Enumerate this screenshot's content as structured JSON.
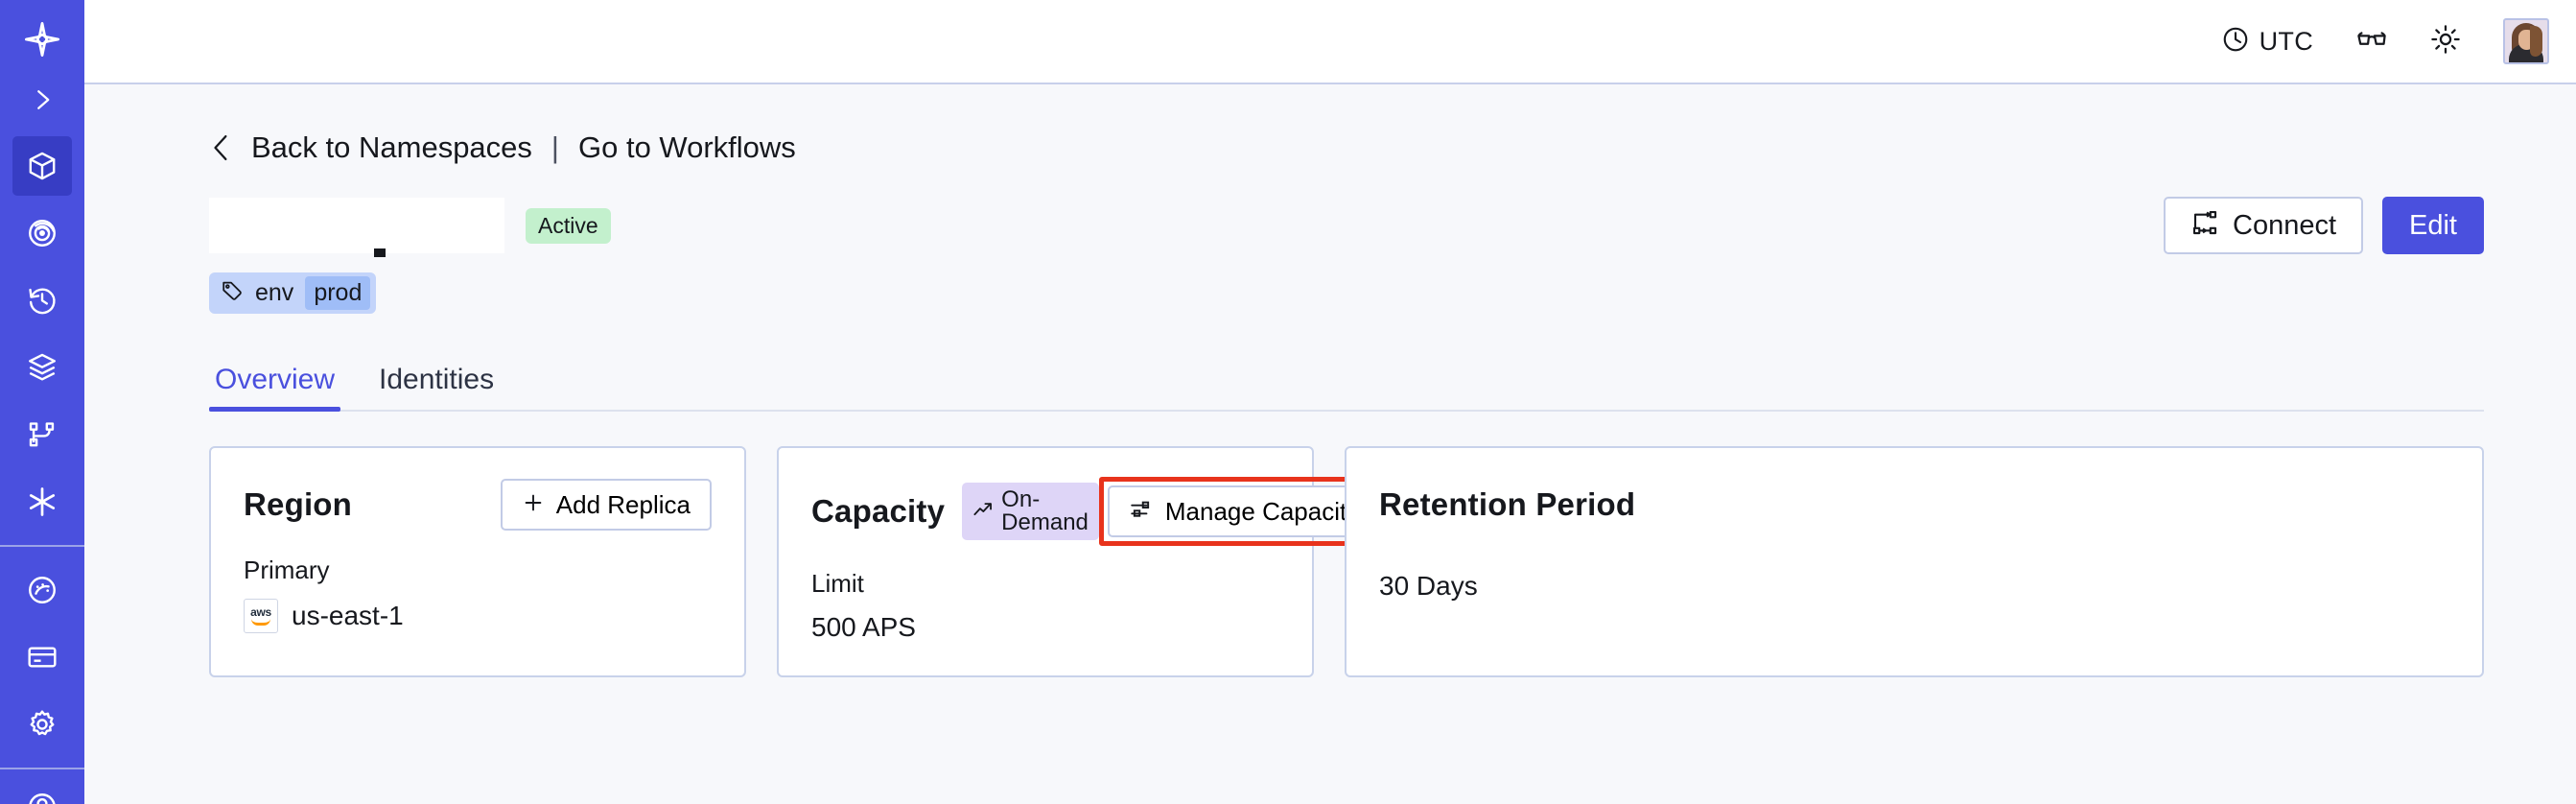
{
  "theme": {
    "brand": "#4a50de",
    "sidebar_bg": "#4a50de",
    "sidebar_active_bg": "#373dc4",
    "page_bg": "#f7f8fb",
    "card_bg": "#ffffff",
    "card_border": "#c8d2ea",
    "badge_active_bg": "#c3f0cd",
    "badge_ondemand_bg": "#ded5f7",
    "tag_chip_bg": "#c3d4fa",
    "tag_value_bg": "#9fbdf7",
    "highlight_red": "#e8331c"
  },
  "sidebar": {
    "items": [
      {
        "name": "logo",
        "icon": "temporal-logo-icon",
        "active": false
      },
      {
        "name": "expand",
        "icon": "chevron-right-icon",
        "active": false
      },
      {
        "name": "namespaces",
        "icon": "cube-icon",
        "active": true
      },
      {
        "name": "observability",
        "icon": "spiral-eye-icon",
        "active": false
      },
      {
        "name": "history",
        "icon": "clock-rewind-icon",
        "active": false
      },
      {
        "name": "batch",
        "icon": "layers-icon",
        "active": false
      },
      {
        "name": "schedules",
        "icon": "branch-nodes-icon",
        "active": false
      },
      {
        "name": "nexus",
        "icon": "asterisk-icon",
        "active": false
      },
      {
        "name": "usage",
        "icon": "gauge-icon",
        "active": false
      },
      {
        "name": "billing",
        "icon": "credit-card-icon",
        "active": false
      },
      {
        "name": "settings",
        "icon": "gear-icon",
        "active": false
      },
      {
        "name": "account",
        "icon": "user-circle-icon",
        "active": false
      }
    ]
  },
  "topbar": {
    "timezone_icon": "clock-icon",
    "timezone_label": "UTC",
    "glasses_icon": "glasses-icon",
    "theme_icon": "sun-icon",
    "avatar_icon": "avatar"
  },
  "breadcrumb": {
    "back_icon": "chevron-left-icon",
    "back_label": "Back to Namespaces",
    "separator": "|",
    "forward_label": "Go to Workflows"
  },
  "namespace": {
    "name": "",
    "status_badge": "Active",
    "tag": {
      "icon": "tag-icon",
      "key": "env",
      "value": "prod"
    }
  },
  "header_actions": {
    "connect_icon": "connect-flow-icon",
    "connect_label": "Connect",
    "edit_label": "Edit"
  },
  "tabs": [
    {
      "label": "Overview",
      "active": true
    },
    {
      "label": "Identities",
      "active": false
    }
  ],
  "cards": {
    "region": {
      "title": "Region",
      "action_icon": "plus-icon",
      "action_label": "Add Replica",
      "sub_label": "Primary",
      "provider_icon": "aws-icon",
      "value": "us-east-1"
    },
    "capacity": {
      "title": "Capacity",
      "badge_icon": "trending-up-icon",
      "badge_label": "On-Demand",
      "action_icon": "sliders-icon",
      "action_label": "Manage Capacity",
      "action_highlighted": true,
      "sub_label": "Limit",
      "value": "500 APS"
    },
    "retention": {
      "title": "Retention Period",
      "value": "30 Days"
    }
  }
}
